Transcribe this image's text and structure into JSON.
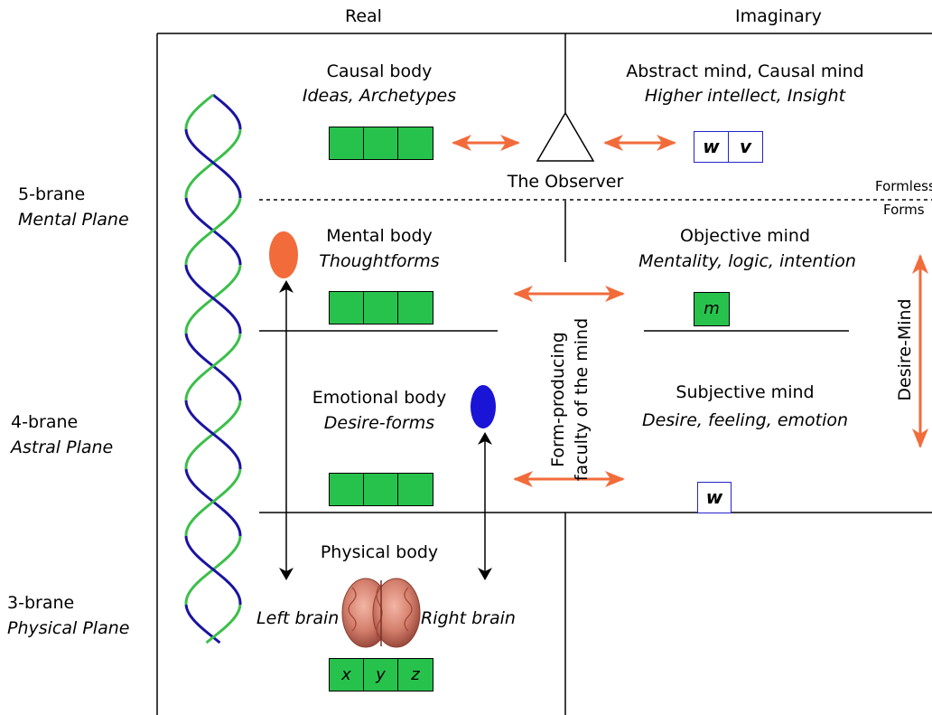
{
  "columns": {
    "real": "Real",
    "imaginary": "Imaginary"
  },
  "planes": [
    {
      "brane": "5-brane",
      "name": "Mental Plane"
    },
    {
      "brane": "4-brane",
      "name": "Astral Plane"
    },
    {
      "brane": "3-brane",
      "name": "Physical Plane"
    }
  ],
  "bodies": {
    "causal": {
      "title": "Causal body",
      "subtitle": "Ideas, Archetypes"
    },
    "mental": {
      "title": "Mental body",
      "subtitle": "Thoughtforms"
    },
    "emotional": {
      "title": "Emotional body",
      "subtitle": "Desire-forms"
    },
    "physical": {
      "title": "Physical body"
    }
  },
  "minds": {
    "abstract": {
      "title": "Abstract mind, Causal mind",
      "subtitle": "Higher intellect, Insight",
      "vars": [
        "w",
        "v"
      ]
    },
    "objective": {
      "title": "Objective mind",
      "subtitle": "Mentality, logic, intention",
      "vars": [
        "m"
      ]
    },
    "subjective": {
      "title": "Subjective mind",
      "subtitle": "Desire, feeling, emotion",
      "vars": [
        "w"
      ]
    }
  },
  "observer": "The Observer",
  "formless": "Formless",
  "forms": "Forms",
  "form_producing": {
    "line1": "Form-producing",
    "line2": "faculty of the mind"
  },
  "desire_mind": "Desire-Mind",
  "brain": {
    "left": "Left brain",
    "right": "Right brain"
  },
  "physical_coords": [
    "x",
    "y",
    "z"
  ],
  "colors": {
    "green": "#27c24c",
    "orange": "#f26b3a",
    "blue": "#1a14d6",
    "helix_green": "#3cbf4a",
    "helix_blue": "#1a14a0"
  }
}
